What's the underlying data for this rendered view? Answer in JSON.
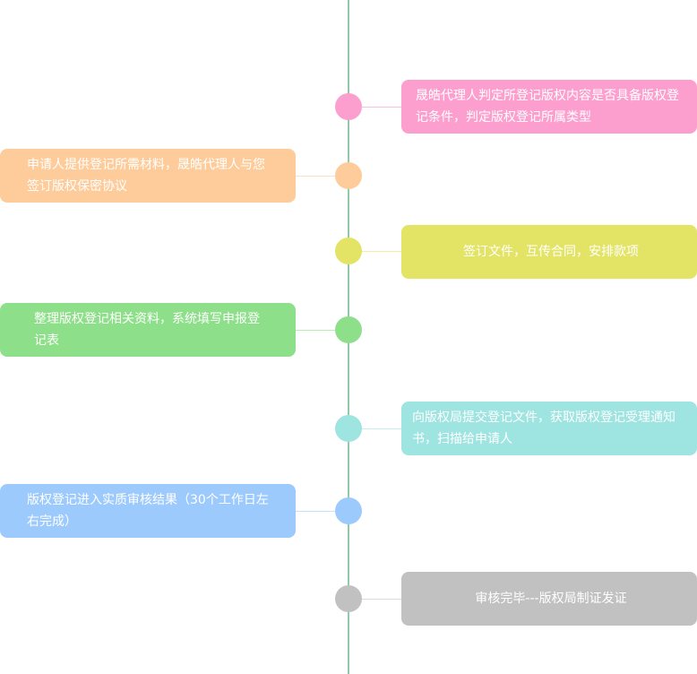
{
  "steps": [
    {
      "text": "晟皓代理人判定所登记版权内容是否具备版权登记条件，判定版权登记所属类型",
      "side": "right",
      "color": "#fd9fce",
      "line": "#fcc0df"
    },
    {
      "text": "申请人提供登记所需材料，晟皓代理人与您签订版权保密协议",
      "side": "left",
      "color": "#fecc9b",
      "line": "#fde0c4"
    },
    {
      "text": "签订文件，互传合同，安排款项",
      "side": "right",
      "color": "#e3e466",
      "line": "#eef09f"
    },
    {
      "text": "整理版权登记相关资料，系统填写申报登记表",
      "side": "left",
      "color": "#8ddf89",
      "line": "#b9ebb5"
    },
    {
      "text": "向版权局提交登记文件，获取版权登记受理通知书，扫描给申请人",
      "side": "right",
      "color": "#9ee4e1",
      "line": "#c5efed"
    },
    {
      "text": "版权登记进入实质审核结果（30个工作日左右完成）",
      "side": "left",
      "color": "#9ccafd",
      "line": "#c3dffe"
    },
    {
      "text": "审核完毕---版权局制证发证",
      "side": "right",
      "color": "#c1c1c1",
      "line": "#dadada"
    }
  ]
}
